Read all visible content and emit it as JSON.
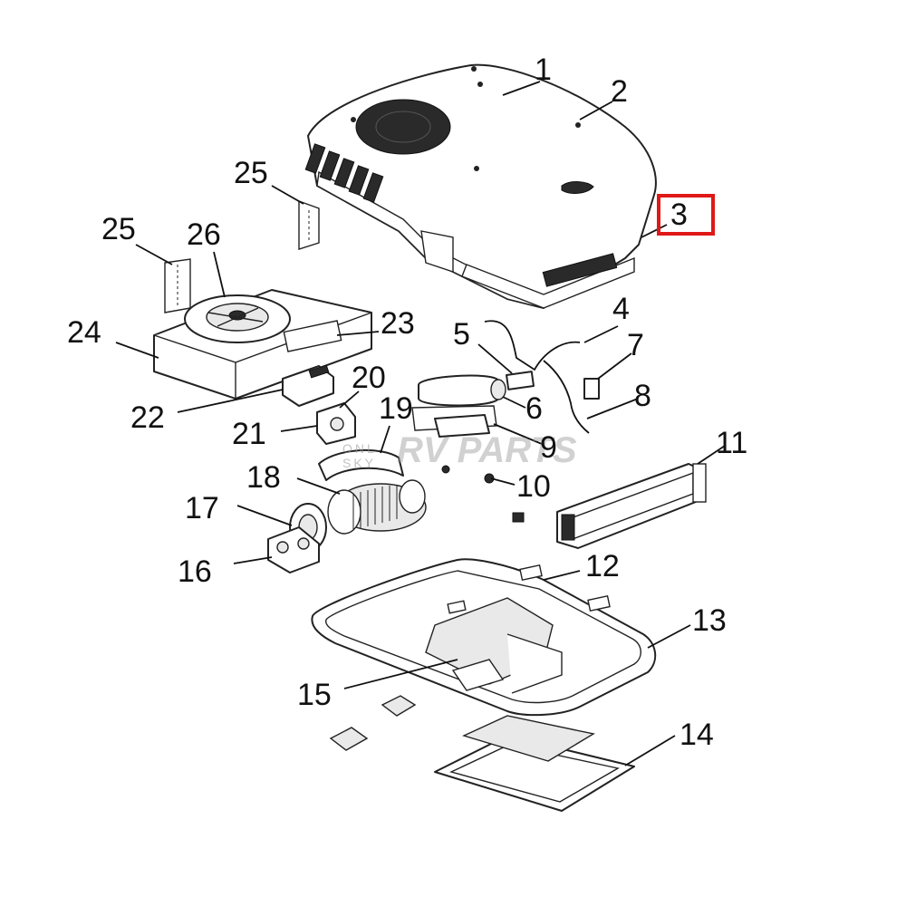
{
  "diagram": {
    "callouts": [
      {
        "id": "1",
        "label": "1"
      },
      {
        "id": "2",
        "label": "2"
      },
      {
        "id": "3",
        "label": "3",
        "highlighted": true
      },
      {
        "id": "4",
        "label": "4"
      },
      {
        "id": "5",
        "label": "5"
      },
      {
        "id": "6",
        "label": "6"
      },
      {
        "id": "7",
        "label": "7"
      },
      {
        "id": "8",
        "label": "8"
      },
      {
        "id": "9",
        "label": "9"
      },
      {
        "id": "10",
        "label": "10"
      },
      {
        "id": "11",
        "label": "11"
      },
      {
        "id": "12",
        "label": "12"
      },
      {
        "id": "13",
        "label": "13"
      },
      {
        "id": "14",
        "label": "14"
      },
      {
        "id": "15",
        "label": "15"
      },
      {
        "id": "16",
        "label": "16"
      },
      {
        "id": "17",
        "label": "17"
      },
      {
        "id": "18",
        "label": "18"
      },
      {
        "id": "19",
        "label": "19"
      },
      {
        "id": "20",
        "label": "20"
      },
      {
        "id": "21",
        "label": "21"
      },
      {
        "id": "22",
        "label": "22"
      },
      {
        "id": "23",
        "label": "23"
      },
      {
        "id": "24a",
        "label": "24"
      },
      {
        "id": "25a",
        "label": "25"
      },
      {
        "id": "25b",
        "label": "25"
      },
      {
        "id": "26",
        "label": "26"
      }
    ],
    "highlight_color": "#e01818"
  }
}
